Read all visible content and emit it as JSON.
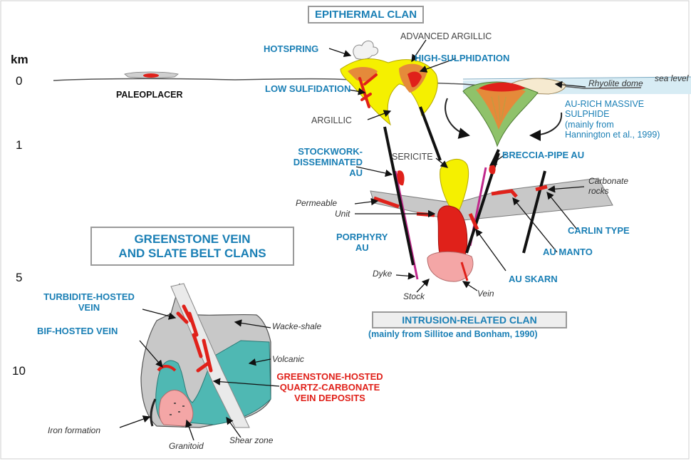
{
  "clans": {
    "epithermal": "EPITHERMAL CLAN",
    "greenstone": [
      "GREENSTONE VEIN",
      "AND SLATE BELT CLANS"
    ],
    "intrusion": "INTRUSION-RELATED CLAN",
    "intrusion_source": "(mainly from Sillitoe and Bonham, 1990)"
  },
  "depth_scale": {
    "unit": "km",
    "ticks": [
      "0",
      "1",
      "5",
      "10"
    ]
  },
  "labels": {
    "hotspring": "HOTSPRING",
    "advanced_argillic": "ADVANCED ARGILLIC",
    "high_sulphidation": "HIGH-SULPHIDATION",
    "sea_level": "sea level",
    "low_sulfidation": "LOW SULFIDATION",
    "paleoplacer": "PALEOPLACER",
    "rhyolite_dome": "Rhyolite dome",
    "au_rich_massive_sulphide": [
      "AU-RICH MASSIVE",
      "SULPHIDE"
    ],
    "vms_source": [
      "(mainly from",
      "Hannington et al., 1999)"
    ],
    "argillic": "ARGILLIC",
    "stockwork": [
      "STOCKWORK-",
      "DISSEMINATED",
      "AU"
    ],
    "sericite": "SERICITE",
    "breccia_pipe": "BRECCIA-PIPE AU",
    "carbonate_rocks": [
      "Carbonate",
      "rocks"
    ],
    "permeable_unit": [
      "Permeable",
      "Unit"
    ],
    "carlin_type": "CARLIN TYPE",
    "porphyry": [
      "PORPHYRY",
      "AU"
    ],
    "au_manto": "AU MANTO",
    "au_skarn": "AU SKARN",
    "dyke": "Dyke",
    "stock": "Stock",
    "vein": "Vein",
    "turbidite_hosted": [
      "TURBIDITE-HOSTED",
      "VEIN"
    ],
    "bif_hosted": "BIF-HOSTED VEIN",
    "wacke_shale": "Wacke-shale",
    "volcanic": "Volcanic",
    "greenstone_hosted": [
      "GREENSTONE-HOSTED",
      "QUARTZ-CARBONATE",
      "VEIN DEPOSITS"
    ],
    "iron_formation": "Iron formation",
    "granitoid": "Granitoid",
    "shear_zone": "Shear zone"
  },
  "colors": {
    "blue_label": "#1a7fb5",
    "red_label": "#e0211a",
    "yellow_alteration": "#f5f000",
    "red_ore": "#e0211a",
    "orange_alteration": "#e58a3a",
    "green_vms": "#8fc26a",
    "teal_volcanic": "#4fb8b3",
    "gray_rock": "#c8c8c8",
    "pink_granitoid": "#f4a6a6",
    "sea": "#d7ecf4",
    "magenta_dyke": "#c0288c"
  }
}
